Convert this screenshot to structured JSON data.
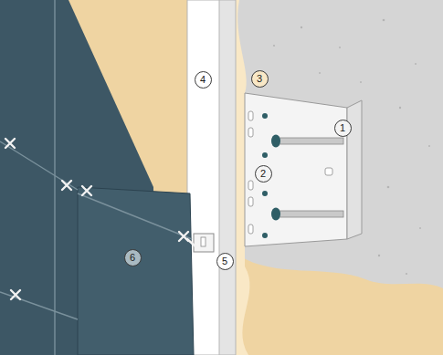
{
  "diagram": {
    "labels": [
      "4",
      "3",
      "1",
      "2",
      "6",
      "5"
    ]
  }
}
